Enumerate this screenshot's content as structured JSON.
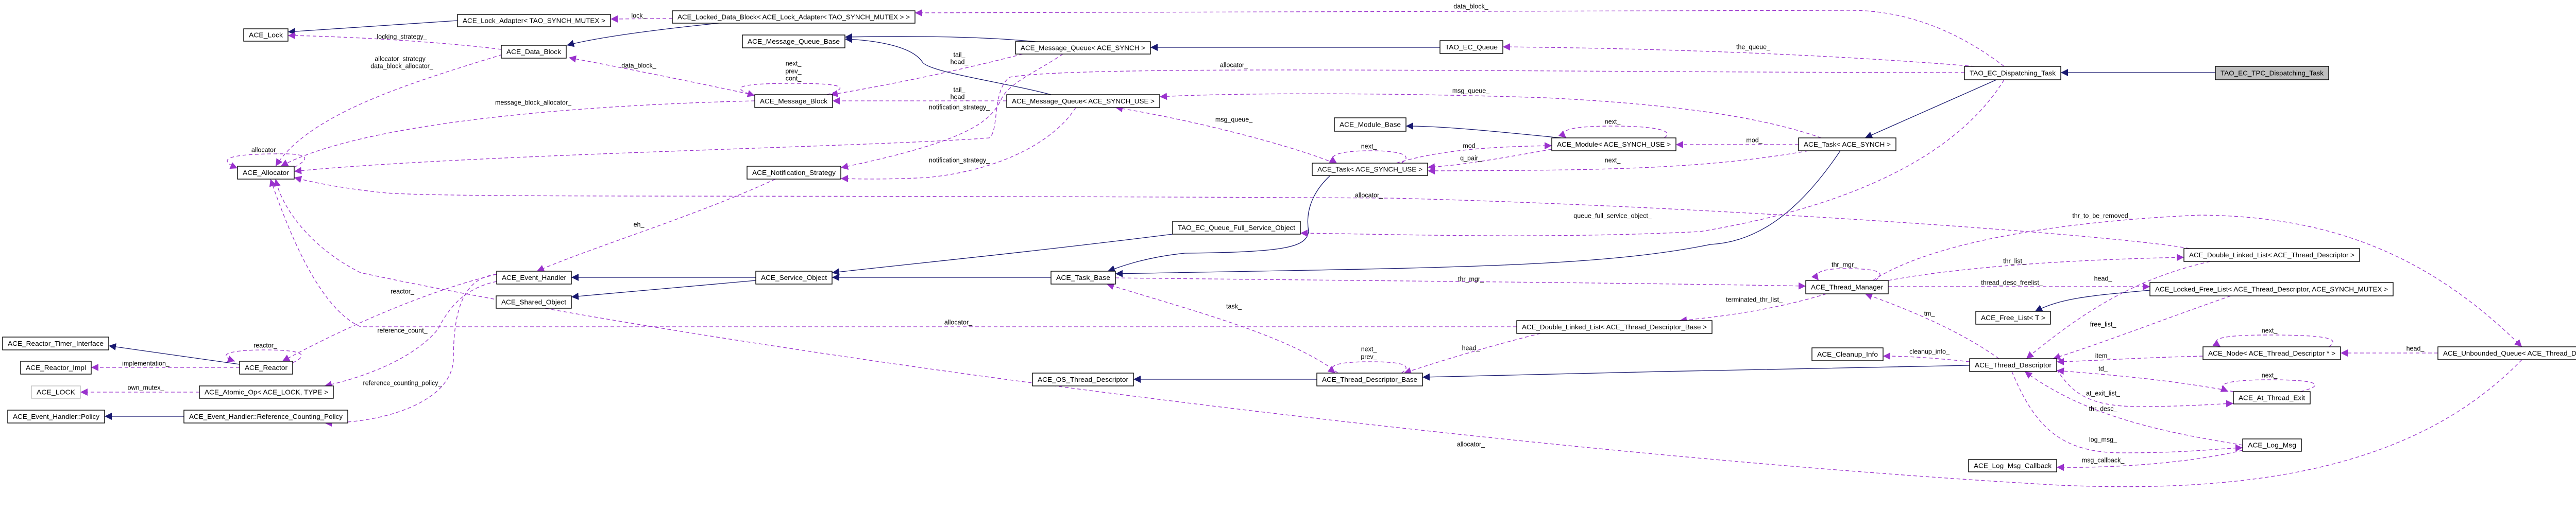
{
  "diagram": {
    "title": "TAO_EC_TPC_Dispatching_Task",
    "colors": {
      "inherit": "#191970",
      "usage": "#9a32cd",
      "highlight_fill": "#bfbfbf",
      "ghost_border": "#bfbfbf"
    },
    "nodes": [
      {
        "id": "lock",
        "label": "ACE_Lock"
      },
      {
        "id": "lock_adapter",
        "label": "ACE_Lock_Adapter< TAO_SYNCH_MUTEX >"
      },
      {
        "id": "locked_data_block",
        "label": "ACE_Locked_Data_Block< ACE_Lock_Adapter< TAO_SYNCH_MUTEX > >"
      },
      {
        "id": "data_block",
        "label": "ACE_Data_Block"
      },
      {
        "id": "allocator",
        "label": "ACE_Allocator"
      },
      {
        "id": "message_queue_base",
        "label": "ACE_Message_Queue_Base"
      },
      {
        "id": "message_block",
        "label": "ACE_Message_Block"
      },
      {
        "id": "mq_synch",
        "label": "ACE_Message_Queue< ACE_SYNCH >"
      },
      {
        "id": "mq_synch_use",
        "label": "ACE_Message_Queue< ACE_SYNCH_USE >"
      },
      {
        "id": "notification_strategy",
        "label": "ACE_Notification_Strategy"
      },
      {
        "id": "tao_ec_queue",
        "label": "TAO_EC_Queue"
      },
      {
        "id": "dispatching_task",
        "label": "TAO_EC_Dispatching_Task"
      },
      {
        "id": "tpc_dispatching_task",
        "label": "TAO_EC_TPC_Dispatching_Task",
        "highlighted": true
      },
      {
        "id": "module_base",
        "label": "ACE_Module_Base"
      },
      {
        "id": "module",
        "label": "ACE_Module< ACE_SYNCH_USE >"
      },
      {
        "id": "task_synch_use",
        "label": "ACE_Task< ACE_SYNCH_USE >"
      },
      {
        "id": "task_synch",
        "label": "ACE_Task< ACE_SYNCH >"
      },
      {
        "id": "queue_full_service_object",
        "label": "TAO_EC_Queue_Full_Service_Object"
      },
      {
        "id": "reactor_timer_interface",
        "label": "ACE_Reactor_Timer_Interface"
      },
      {
        "id": "reactor_impl",
        "label": "ACE_Reactor_Impl"
      },
      {
        "id": "reactor",
        "label": "ACE_Reactor"
      },
      {
        "id": "ace_lock_param",
        "label": "ACE_LOCK",
        "ghost": true
      },
      {
        "id": "atomic_op",
        "label": "ACE_Atomic_Op< ACE_LOCK, TYPE >"
      },
      {
        "id": "eh_policy",
        "label": "ACE_Event_Handler::Policy"
      },
      {
        "id": "ref_counting_policy",
        "label": "ACE_Event_Handler::Reference_Counting_Policy"
      },
      {
        "id": "event_handler",
        "label": "ACE_Event_Handler"
      },
      {
        "id": "shared_object",
        "label": "ACE_Shared_Object"
      },
      {
        "id": "service_object",
        "label": "ACE_Service_Object"
      },
      {
        "id": "task_base",
        "label": "ACE_Task_Base"
      },
      {
        "id": "os_thread_descriptor",
        "label": "ACE_OS_Thread_Descriptor"
      },
      {
        "id": "thread_descriptor_base",
        "label": "ACE_Thread_Descriptor_Base"
      },
      {
        "id": "dll_tdb",
        "label": "ACE_Double_Linked_List< ACE_Thread_Descriptor_Base >"
      },
      {
        "id": "thread_manager",
        "label": "ACE_Thread_Manager"
      },
      {
        "id": "free_list",
        "label": "ACE_Free_List< T >"
      },
      {
        "id": "cleanup_info",
        "label": "ACE_Cleanup_Info"
      },
      {
        "id": "thread_descriptor",
        "label": "ACE_Thread_Descriptor"
      },
      {
        "id": "log_msg_callback",
        "label": "ACE_Log_Msg_Callback"
      },
      {
        "id": "dll_td",
        "label": "ACE_Double_Linked_List< ACE_Thread_Descriptor >"
      },
      {
        "id": "locked_free_list",
        "label": "ACE_Locked_Free_List< ACE_Thread_Descriptor, ACE_SYNCH_MUTEX >"
      },
      {
        "id": "node_td",
        "label": "ACE_Node< ACE_Thread_Descriptor * >"
      },
      {
        "id": "unbounded_queue",
        "label": "ACE_Unbounded_Queue< ACE_Thread_Descriptor * >"
      },
      {
        "id": "at_thread_exit",
        "label": "ACE_At_Thread_Exit"
      },
      {
        "id": "log_msg",
        "label": "ACE_Log_Msg"
      }
    ],
    "edges": [
      {
        "from": "lock_adapter",
        "to": "lock",
        "kind": "inherit",
        "labels": []
      },
      {
        "from": "data_block",
        "to": "lock",
        "kind": "usage",
        "labels": [
          "locking_strategy_"
        ]
      },
      {
        "from": "data_block",
        "to": "allocator",
        "kind": "usage",
        "labels": [
          "allocator_strategy_",
          "data_block_allocator_"
        ]
      },
      {
        "from": "message_block",
        "to": "allocator",
        "kind": "usage",
        "labels": [
          "message_block_allocator_"
        ]
      },
      {
        "from": "dispatching_task",
        "to": "allocator",
        "kind": "usage",
        "labels": [
          "allocator_"
        ]
      },
      {
        "from": "dll_td",
        "to": "allocator",
        "kind": "usage",
        "labels": [
          "allocator_"
        ]
      },
      {
        "from": "allocator",
        "to": "allocator",
        "kind": "usage",
        "labels": [
          "allocator_"
        ]
      },
      {
        "from": "dll_tdb",
        "to": "allocator",
        "kind": "usage",
        "labels": [
          "allocator_"
        ]
      },
      {
        "from": "unbounded_queue",
        "to": "allocator",
        "kind": "usage",
        "labels": [
          "allocator_"
        ]
      },
      {
        "from": "locked_data_block",
        "to": "data_block",
        "kind": "inherit",
        "labels": []
      },
      {
        "from": "locked_data_block",
        "to": "lock_adapter",
        "kind": "usage",
        "labels": [
          "lock_"
        ]
      },
      {
        "from": "message_block",
        "to": "data_block",
        "kind": "usage",
        "labels": [
          "data_block_"
        ]
      },
      {
        "from": "message_block",
        "to": "message_block",
        "kind": "usage",
        "labels": [
          "next_",
          "prev_",
          "cont_"
        ]
      },
      {
        "from": "mq_synch",
        "to": "message_block",
        "kind": "usage",
        "labels": [
          "tail_",
          "head_"
        ]
      },
      {
        "from": "mq_synch_use",
        "to": "message_block",
        "kind": "usage",
        "labels": [
          "tail_",
          "head_"
        ]
      },
      {
        "from": "mq_synch",
        "to": "notification_strategy",
        "kind": "usage",
        "labels": [
          "notification_strategy_"
        ]
      },
      {
        "from": "mq_synch_use",
        "to": "notification_strategy",
        "kind": "usage",
        "labels": [
          "notification_strategy_"
        ]
      },
      {
        "from": "mq_synch",
        "to": "message_queue_base",
        "kind": "inherit",
        "labels": []
      },
      {
        "from": "mq_synch_use",
        "to": "message_queue_base",
        "kind": "inherit",
        "labels": []
      },
      {
        "from": "tao_ec_queue",
        "to": "mq_synch",
        "kind": "inherit",
        "labels": []
      },
      {
        "from": "dispatching_task",
        "to": "tao_ec_queue",
        "kind": "usage",
        "labels": [
          "the_queue_"
        ]
      },
      {
        "from": "dispatching_task",
        "to": "locked_data_block",
        "kind": "usage",
        "labels": [
          "data_block_"
        ]
      },
      {
        "from": "task_synch_use",
        "to": "mq_synch_use",
        "kind": "usage",
        "labels": [
          "msg_queue_"
        ]
      },
      {
        "from": "task_synch",
        "to": "mq_synch_use",
        "kind": "usage",
        "labels": [
          "msg_queue_"
        ]
      },
      {
        "from": "task_synch_use",
        "to": "task_synch_use",
        "kind": "usage",
        "labels": [
          "next_"
        ]
      },
      {
        "from": "task_synch_use",
        "to": "module",
        "kind": "usage",
        "labels": [
          "mod_"
        ]
      },
      {
        "from": "module",
        "to": "task_synch_use",
        "kind": "usage",
        "labels": [
          "q_pair_"
        ]
      },
      {
        "from": "task_synch",
        "to": "task_synch_use",
        "kind": "usage",
        "labels": [
          "next_"
        ]
      },
      {
        "from": "module",
        "to": "module_base",
        "kind": "inherit",
        "labels": []
      },
      {
        "from": "module",
        "to": "module",
        "kind": "usage",
        "labels": [
          "next_"
        ]
      },
      {
        "from": "task_synch",
        "to": "module",
        "kind": "usage",
        "labels": [
          "mod_"
        ]
      },
      {
        "from": "dispatching_task",
        "to": "task_synch",
        "kind": "inherit",
        "labels": []
      },
      {
        "from": "tpc_dispatching_task",
        "to": "dispatching_task",
        "kind": "inherit",
        "labels": []
      },
      {
        "from": "task_synch",
        "to": "task_base",
        "kind": "inherit",
        "labels": []
      },
      {
        "from": "task_synch_use",
        "to": "task_base",
        "kind": "inherit",
        "labels": []
      },
      {
        "from": "queue_full_service_object",
        "to": "service_object",
        "kind": "inherit",
        "labels": []
      },
      {
        "from": "task_base",
        "to": "service_object",
        "kind": "inherit",
        "labels": []
      },
      {
        "from": "service_object",
        "to": "event_handler",
        "kind": "inherit",
        "labels": []
      },
      {
        "from": "service_object",
        "to": "shared_object",
        "kind": "inherit",
        "labels": []
      },
      {
        "from": "dispatching_task",
        "to": "queue_full_service_object",
        "kind": "usage",
        "labels": [
          "queue_full_service_object_"
        ]
      },
      {
        "from": "task_base",
        "to": "thread_manager",
        "kind": "usage",
        "labels": [
          "thr_mgr_"
        ]
      },
      {
        "from": "thread_manager",
        "to": "thread_manager",
        "kind": "usage",
        "labels": [
          "thr_mgr_"
        ]
      },
      {
        "from": "thread_manager",
        "to": "dll_tdb",
        "kind": "usage",
        "labels": [
          "terminated_thr_list_"
        ]
      },
      {
        "from": "thread_manager",
        "to": "dll_td",
        "kind": "usage",
        "labels": [
          "thr_list_"
        ]
      },
      {
        "from": "thread_manager",
        "to": "unbounded_queue",
        "kind": "usage",
        "labels": [
          "thr_to_be_removed_"
        ]
      },
      {
        "from": "thread_manager",
        "to": "locked_free_list",
        "kind": "usage",
        "labels": [
          "thread_desc_freelist_"
        ]
      },
      {
        "from": "notification_strategy",
        "to": "event_handler",
        "kind": "usage",
        "labels": [
          "eh_"
        ]
      },
      {
        "from": "reactor",
        "to": "reactor_timer_interface",
        "kind": "inherit",
        "labels": []
      },
      {
        "from": "reactor",
        "to": "reactor_impl",
        "kind": "usage",
        "labels": [
          "implementation_"
        ]
      },
      {
        "from": "reactor",
        "to": "reactor",
        "kind": "usage",
        "labels": [
          "reactor_"
        ]
      },
      {
        "from": "event_handler",
        "to": "reactor",
        "kind": "usage",
        "labels": [
          "reactor_"
        ]
      },
      {
        "from": "event_handler",
        "to": "atomic_op",
        "kind": "usage",
        "labels": [
          "reference_count_"
        ]
      },
      {
        "from": "event_handler",
        "to": "ref_counting_policy",
        "kind": "usage",
        "labels": [
          "reference_counting_policy_"
        ]
      },
      {
        "from": "atomic_op",
        "to": "ace_lock_param",
        "kind": "usage",
        "labels": [
          "own_mutex_"
        ]
      },
      {
        "from": "ref_counting_policy",
        "to": "eh_policy",
        "kind": "inherit",
        "labels": []
      },
      {
        "from": "thread_descriptor_base",
        "to": "task_base",
        "kind": "usage",
        "labels": [
          "task_"
        ]
      },
      {
        "from": "thread_descriptor_base",
        "to": "thread_descriptor_base",
        "kind": "usage",
        "labels": [
          "next_",
          "prev_"
        ]
      },
      {
        "from": "dll_tdb",
        "to": "thread_descriptor_base",
        "kind": "usage",
        "labels": [
          "head_"
        ]
      },
      {
        "from": "thread_descriptor",
        "to": "thread_descriptor_base",
        "kind": "inherit",
        "labels": []
      },
      {
        "from": "thread_descriptor_base",
        "to": "os_thread_descriptor",
        "kind": "inherit",
        "labels": []
      },
      {
        "from": "thread_descriptor",
        "to": "thread_manager",
        "kind": "usage",
        "labels": [
          "tm_"
        ]
      },
      {
        "from": "thread_descriptor",
        "to": "cleanup_info",
        "kind": "usage",
        "labels": [
          "cleanup_info_"
        ]
      },
      {
        "from": "locked_free_list",
        "to": "free_list",
        "kind": "inherit",
        "labels": []
      },
      {
        "from": "dll_td",
        "to": "thread_descriptor",
        "kind": "usage",
        "labels": [
          "head_"
        ]
      },
      {
        "from": "locked_free_list",
        "to": "thread_descriptor",
        "kind": "usage",
        "labels": [
          "free_list_"
        ]
      },
      {
        "from": "node_td",
        "to": "thread_descriptor",
        "kind": "usage",
        "labels": [
          "item_"
        ]
      },
      {
        "from": "unbounded_queue",
        "to": "node_td",
        "kind": "usage",
        "labels": [
          "head_"
        ]
      },
      {
        "from": "node_td",
        "to": "node_td",
        "kind": "usage",
        "labels": [
          "next_"
        ]
      },
      {
        "from": "at_thread_exit",
        "to": "thread_descriptor",
        "kind": "usage",
        "labels": [
          "td_"
        ]
      },
      {
        "from": "thread_descriptor",
        "to": "at_thread_exit",
        "kind": "usage",
        "labels": [
          "at_exit_list_"
        ]
      },
      {
        "from": "at_thread_exit",
        "to": "at_thread_exit",
        "kind": "usage",
        "labels": [
          "next_"
        ]
      },
      {
        "from": "log_msg",
        "to": "thread_descriptor",
        "kind": "usage",
        "labels": [
          "thr_desc_"
        ]
      },
      {
        "from": "thread_descriptor",
        "to": "log_msg",
        "kind": "usage",
        "labels": [
          "log_msg_"
        ]
      },
      {
        "from": "log_msg",
        "to": "log_msg_callback",
        "kind": "usage",
        "labels": [
          "msg_callback_"
        ]
      }
    ]
  }
}
